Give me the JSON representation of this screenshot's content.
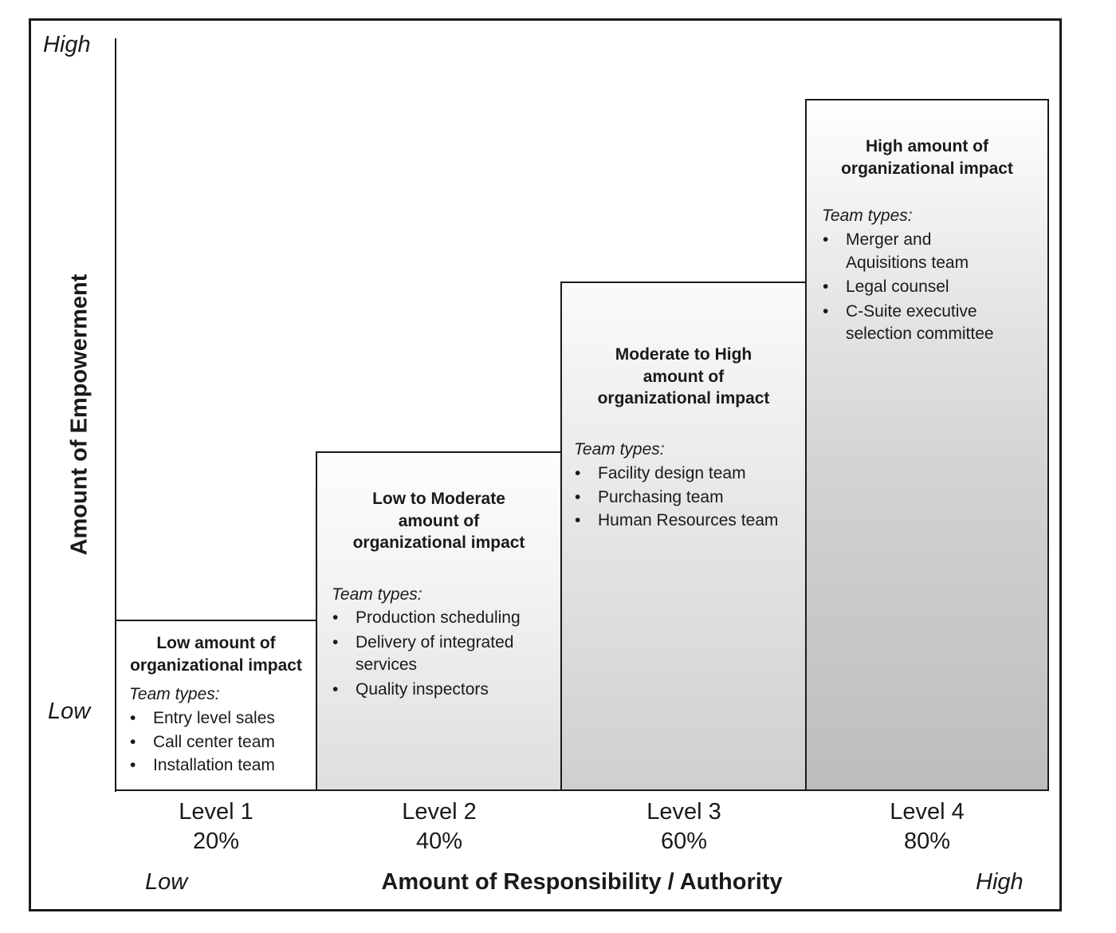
{
  "y_axis": {
    "title": "Amount of Empowerment",
    "high_label": "High",
    "low_label": "Low"
  },
  "x_axis": {
    "title": "Amount of Responsibility / Authority",
    "low_label": "Low",
    "high_label": "High"
  },
  "team_types_label": "Team types:",
  "levels": [
    {
      "level": "Level 1",
      "percent": "20%",
      "heading": [
        "Low amount of",
        "organizational impact"
      ],
      "items": [
        [
          "Entry level sales"
        ],
        [
          "Call center team"
        ],
        [
          "Installation team"
        ]
      ]
    },
    {
      "level": "Level 2",
      "percent": "40%",
      "heading": [
        "Low to Moderate",
        "amount of",
        "organizational impact"
      ],
      "items": [
        [
          "Production scheduling"
        ],
        [
          "Delivery of integrated",
          "services"
        ],
        [
          "Quality inspectors"
        ]
      ]
    },
    {
      "level": "Level 3",
      "percent": "60%",
      "heading": [
        "Moderate to High",
        "amount of",
        "organizational impact"
      ],
      "items": [
        [
          "Facility design team"
        ],
        [
          "Purchasing team"
        ],
        [
          "Human Resources team"
        ]
      ]
    },
    {
      "level": "Level 4",
      "percent": "80%",
      "heading": [
        "High amount of",
        "organizational impact"
      ],
      "items": [
        [
          "Merger and",
          "Aquisitions team"
        ],
        [
          "Legal counsel"
        ],
        [
          "C-Suite executive",
          "selection committee"
        ]
      ]
    }
  ]
}
